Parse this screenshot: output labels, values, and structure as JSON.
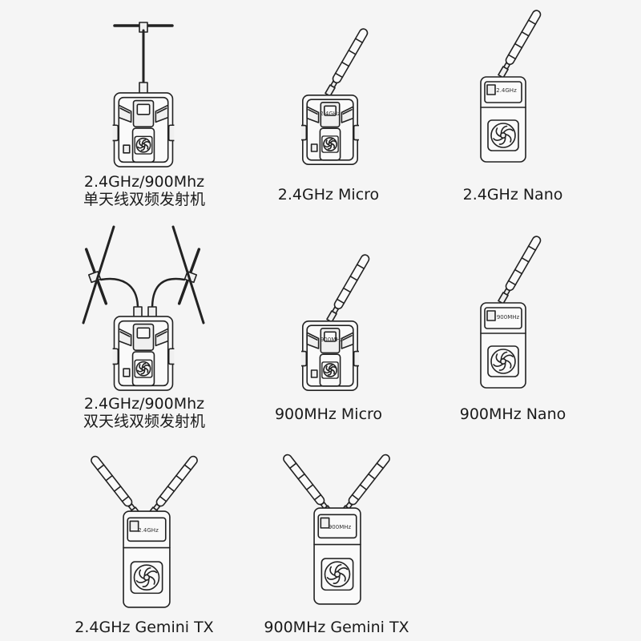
{
  "products": [
    {
      "label_lines": [
        "2.4GHz/900Mhz",
        "单天线双频发射机"
      ]
    },
    {
      "label_lines": [
        "2.4GHz Micro"
      ],
      "badge": "2.4GHz"
    },
    {
      "label_lines": [
        "2.4GHz Nano"
      ],
      "badge": "2.4GHz"
    },
    {
      "label_lines": [
        "2.4GHz/900Mhz",
        "双天线双频发射机"
      ]
    },
    {
      "label_lines": [
        "900MHz Micro"
      ],
      "badge": "900MHz"
    },
    {
      "label_lines": [
        "900MHz Nano"
      ],
      "badge": "900MHz"
    },
    {
      "label_lines": [
        "2.4GHz Gemini TX"
      ],
      "badge": "2.4GHz"
    },
    {
      "label_lines": [
        "900MHz Gemini TX"
      ],
      "badge": "900MHz"
    }
  ]
}
